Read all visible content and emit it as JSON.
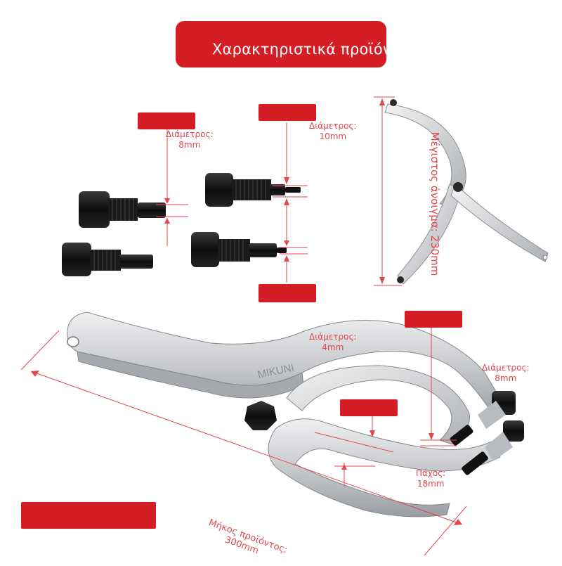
{
  "title": "Χαρακτηριστικά προϊόντος",
  "labels": {
    "diameter_8": {
      "name": "Διάμετρος:",
      "value": "8mm"
    },
    "diameter_10": {
      "name": "Διάμετρος:",
      "value": "10mm"
    },
    "max_opening": "Μέγιστος άνοιγμα: 230mm",
    "diameter_4": {
      "name": "Διάμετρος:",
      "value": "4mm"
    },
    "diameter_8_right": {
      "name": "Διάμετρος:",
      "value": "8mm"
    },
    "thickness": {
      "name": "Πάχος:",
      "value": "18mm"
    },
    "length": {
      "name": "Μήκος προϊόντος:",
      "value": "300mm"
    }
  },
  "brand_engraving": "MIKUNI",
  "colors": {
    "accent": "#d51d25",
    "label": "#e0484f",
    "steel": "#c9cbce",
    "bolt": "#151515"
  }
}
